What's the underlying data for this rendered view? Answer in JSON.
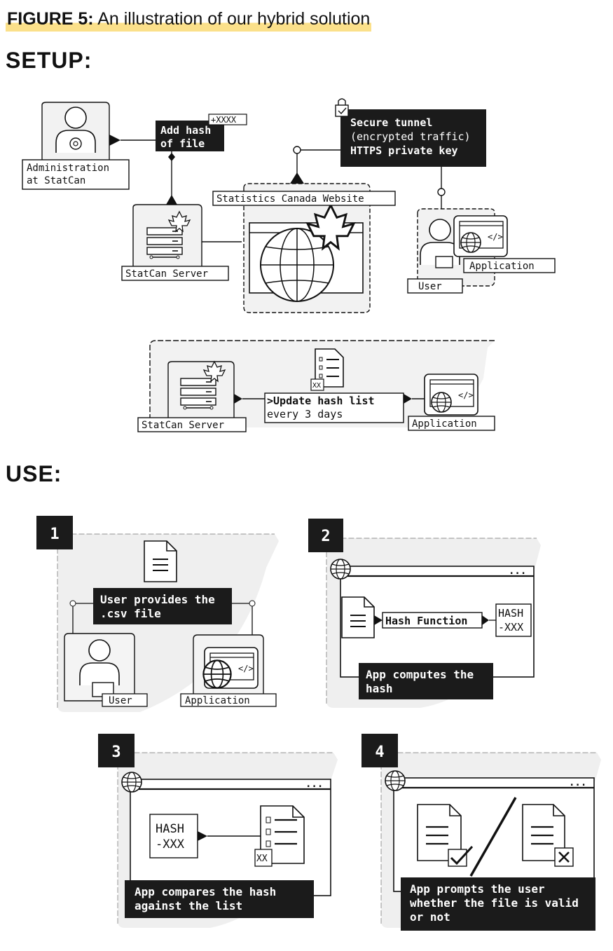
{
  "figure": {
    "label": "FIGURE 5:",
    "caption": "An illustration of our hybrid solution"
  },
  "sections": {
    "setup": "SETUP:",
    "use": "USE:"
  },
  "setup": {
    "admin_label": [
      "Administration",
      "at StatCan"
    ],
    "add_hash": [
      "Add hash",
      "of file"
    ],
    "hash_tag": "+XXXX",
    "secure_tunnel": [
      "Secure tunnel",
      "(encrypted traffic)",
      "HTTPS private key"
    ],
    "website_label": "Statistics Canada Website",
    "server_label": "StatCan Server",
    "app_label": "Application",
    "user_label": "User",
    "update_server_label": "StatCan Server",
    "update_text": [
      ">Update hash list",
      "every 3 days"
    ],
    "update_doc_tag": "XX",
    "update_app_label": "Application"
  },
  "use": {
    "steps": [
      {
        "number": "1",
        "text": [
          "User provides the",
          ".csv file"
        ],
        "user_label": "User",
        "app_label": "Application"
      },
      {
        "number": "2",
        "hash_function": "Hash Function",
        "hash_box": [
          "HASH",
          "-XXX"
        ],
        "text": [
          "App computes the",
          "hash"
        ],
        "window_dots": "..."
      },
      {
        "number": "3",
        "hash_box": [
          "HASH",
          "-XXX"
        ],
        "list_tag": "XX",
        "text": [
          "App compares the hash",
          "against the list"
        ],
        "window_dots": "..."
      },
      {
        "number": "4",
        "text": [
          "App prompts the user",
          "whether the file is valid",
          "or not"
        ],
        "window_dots": "..."
      }
    ]
  }
}
